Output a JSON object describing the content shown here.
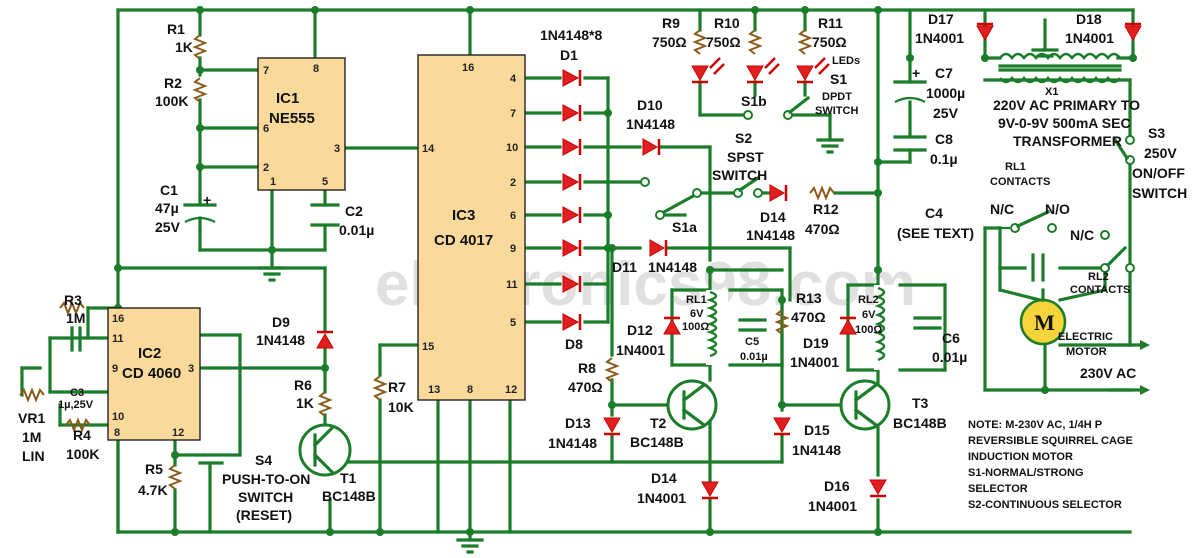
{
  "watermark": "electronics98.com",
  "ic1": {
    "name": "IC1",
    "part": "NE555",
    "pins": [
      "7",
      "8",
      "6",
      "2",
      "1",
      "5",
      "3"
    ]
  },
  "ic2": {
    "name": "IC2",
    "part": "CD 4060",
    "pins": [
      "16",
      "11",
      "9",
      "10",
      "8",
      "12",
      "3"
    ]
  },
  "ic3": {
    "name": "IC3",
    "part": "CD 4017",
    "pins": [
      "16",
      "14",
      "15",
      "13",
      "8",
      "12",
      "4",
      "7",
      "10",
      "2",
      "6",
      "9",
      "11",
      "5"
    ]
  },
  "r1": {
    "name": "R1",
    "value": "1K"
  },
  "r2": {
    "name": "R2",
    "value": "100K"
  },
  "c1": {
    "name": "C1",
    "value": "47µ",
    "volt": "25V"
  },
  "c2": {
    "name": "C2",
    "value": "0.01µ"
  },
  "r3": {
    "name": "R3",
    "value": "1M"
  },
  "c3": {
    "name": "C3",
    "value": "1µ,25V"
  },
  "vr1": {
    "name": "VR1",
    "value": "1M",
    "taper": "LIN"
  },
  "r4": {
    "name": "R4",
    "value": "100K"
  },
  "r5": {
    "name": "R5",
    "value": "4.7K"
  },
  "d9": {
    "name": "D9",
    "part": "1N4148"
  },
  "r6": {
    "name": "R6",
    "value": "1K"
  },
  "r7": {
    "name": "R7",
    "value": "10K"
  },
  "s4": {
    "name": "S4",
    "desc1": "PUSH-TO-ON",
    "desc2": "SWITCH",
    "desc3": "(RESET)"
  },
  "t1": {
    "name": "T1",
    "part": "BC148B"
  },
  "diodes_top": {
    "label": "1N4148*8",
    "d1": "D1",
    "d8": "D8"
  },
  "d10": {
    "name": "D10",
    "part": "1N4148"
  },
  "d11": {
    "name": "D11",
    "part": "1N4148"
  },
  "r9": {
    "name": "R9",
    "value": "750Ω"
  },
  "r10": {
    "name": "R10",
    "value": "750Ω"
  },
  "r11": {
    "name": "R11",
    "value": "750Ω"
  },
  "leds": "LEDs",
  "s1": {
    "name": "S1",
    "l1": "DPDT",
    "l2": "SWITCH",
    "s1a": "S1a",
    "s1b": "S1b"
  },
  "s2": {
    "name": "S2",
    "l1": "SPST",
    "l2": "SWITCH"
  },
  "d14a": {
    "name": "D14",
    "part": "1N4148"
  },
  "r12": {
    "name": "R12",
    "value": "470Ω"
  },
  "c7": {
    "name": "C7",
    "value": "1000µ",
    "volt": "25V"
  },
  "c8": {
    "name": "C8",
    "value": "0.1µ"
  },
  "rl1": {
    "name": "RL1",
    "v": "6V",
    "r": "100Ω"
  },
  "c5": {
    "name": "C5",
    "value": "0.01µ"
  },
  "d12": {
    "name": "D12",
    "part": "1N4001"
  },
  "r8": {
    "name": "R8",
    "value": "470Ω"
  },
  "d13": {
    "name": "D13",
    "part": "1N4148"
  },
  "t2": {
    "name": "T2",
    "part": "BC148B"
  },
  "d14b": {
    "name": "D14",
    "part": "1N4001"
  },
  "r13": {
    "name": "R13",
    "value": "470Ω"
  },
  "rl2": {
    "name": "RL2",
    "v": "6V",
    "r": "100Ω"
  },
  "c6": {
    "name": "C6",
    "value": "0.01µ"
  },
  "d19": {
    "name": "D19",
    "part": "1N4001"
  },
  "d15": {
    "name": "D15",
    "part": "1N4148"
  },
  "t3": {
    "name": "T3",
    "part": "BC148B"
  },
  "d16": {
    "name": "D16",
    "part": "1N4001"
  },
  "d17": {
    "name": "D17",
    "part": "1N4001"
  },
  "d18": {
    "name": "D18",
    "part": "1N4001"
  },
  "x1": {
    "name": "X1",
    "l1": "220V AC PRIMARY TO",
    "l2": "9V-0-9V 500mA SEC",
    "l3": "TRANSFORMER"
  },
  "s3": {
    "name": "S3",
    "l1": "250V",
    "l2": "ON/OFF",
    "l3": "SWITCH"
  },
  "rl1c": {
    "l1": "RL1",
    "l2": "CONTACTS"
  },
  "rl2c": {
    "l1": "RL2",
    "l2": "CONTACTS"
  },
  "nc1": "N/C",
  "no1": "N/O",
  "nc2": "N/C",
  "c4": {
    "name": "C4",
    "note": "(SEE TEXT)"
  },
  "motor": {
    "symbol": "M",
    "l1": "ELECTRIC",
    "l2": "MOTOR",
    "ac": "230V AC"
  },
  "note": [
    "NOTE: M-230V AC, 1/4H P",
    "REVERSIBLE SQUIRREL CAGE",
    "INDUCTION MOTOR",
    "S1-NORMAL/STRONG",
    "SELECTOR",
    "S2-CONTINUOUS SELECTOR"
  ]
}
